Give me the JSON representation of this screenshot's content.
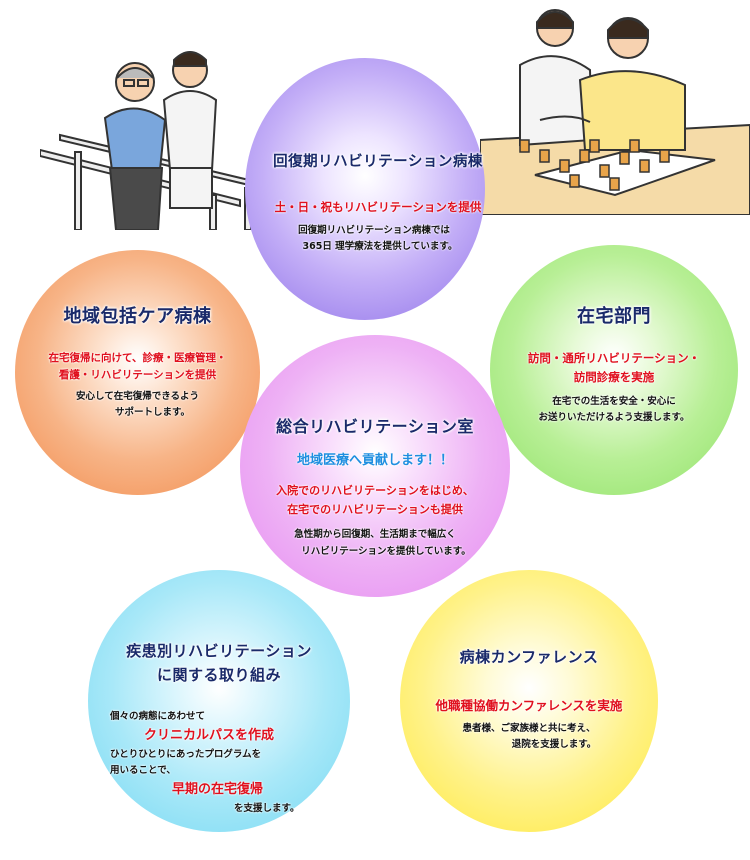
{
  "colors": {
    "purple": "#8f72e8",
    "orange": "#f28a4a",
    "green": "#8fe266",
    "pink": "#e58af0",
    "cyan": "#74d8f2",
    "yellow": "#ffe93a",
    "title": "#1a2a6a",
    "red": "#e0101e",
    "blue": "#1e8ee0"
  },
  "kaifuku": {
    "title": "回復期リハビリテーション病棟",
    "highlight": "土・日・祝もリハビリテーションを提供",
    "body1": "回復期リハビリテーション病棟では",
    "body2": "365日 理学療法を提供しています。"
  },
  "chiiki": {
    "title": "地域包括ケア病棟",
    "highlight1": "在宅復帰に向けて、診療・医療管理・",
    "highlight2": "看護・リハビリテーションを提供",
    "body1": "安心して在宅復帰できるよう",
    "body2": "サポートします。"
  },
  "zaitaku": {
    "title": "在宅部門",
    "highlight1": "訪問・通所リハビリテーション・",
    "highlight2": "訪問診療を実施",
    "body1": "在宅での生活を安全・安心に",
    "body2": "お送りいただけるよう支援します。"
  },
  "sogo": {
    "title": "総合リハビリテーション室",
    "slogan": "地域医療へ貢献します！！",
    "highlight1": "入院でのリハビリテーションをはじめ、",
    "highlight2": "在宅でのリハビリテーションも提供",
    "body1": "急性期から回復期、生活期まで幅広く",
    "body2": "リハビリテーションを提供しています。"
  },
  "shikkan": {
    "title1": "疾患別リハビリテーション",
    "title2": "に関する取り組み",
    "body1": "個々の病態にあわせて",
    "highlight1": "クリニカルパスを作成",
    "body2": "ひとりひとりにあったプログラムを",
    "body3": "用いることで、",
    "highlight2": "早期の在宅復帰",
    "body4": "を支援します。"
  },
  "conference": {
    "title": "病棟カンファレンス",
    "highlight": "他職種協働カンファレンスを実施",
    "body1": "患者様、ご家族様と共に考え、",
    "body2": "退院を支援します。"
  }
}
